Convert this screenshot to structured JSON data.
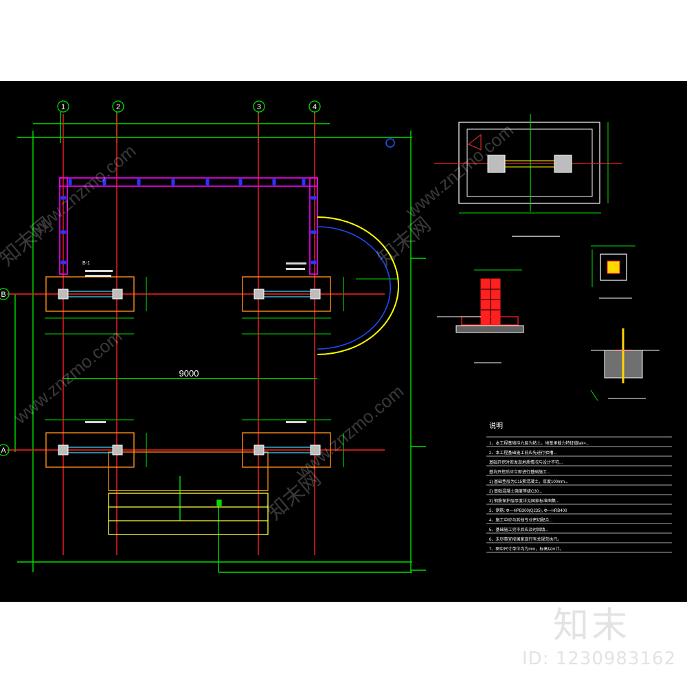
{
  "drawing": {
    "axes_top": [
      "1",
      "2",
      "3",
      "4"
    ],
    "axes_left": [
      "B",
      "A"
    ],
    "main_dimension": "9000",
    "detail_labels": [
      "B-1"
    ],
    "notes_title": "说明",
    "notes": [
      "1、本工程基础持力层为粘土，地基承载力特征值fak=...",
      "2、本工程基础施工前应先进行验槽...",
      "   基础开挖时若发现地质情况与设计不符...",
      "   基坑开挖后应立即进行基础施工...",
      "   1) 基础垫层为C15素混凝土，厚度100mm...",
      "   2) 基础混凝土强度等级C30...",
      "   3) 钢筋保护层厚度详见国家标准图集...",
      "3、钢筋: Φ—HPB300(Q235), Φ—HRB400",
      "4、施工中应与其他专业密切配合...",
      "5、基础施工完毕后应及时回填...",
      "6、未尽事宜按国家现行有关规范执行。",
      "7、图中尺寸单位均为mm，标高以m计。"
    ]
  },
  "watermark": {
    "site": "www.znzmo.com",
    "cn": "知末网",
    "brand": "知末",
    "id_text": "ID: 1230983162"
  },
  "colors": {
    "background": "#000000",
    "dimension": "#00ff00",
    "axis": "#ff2020",
    "wall": "#ff00ff",
    "footing": "#ff8c1a",
    "arc": "#ffff00",
    "rebar": "#1040ff"
  }
}
